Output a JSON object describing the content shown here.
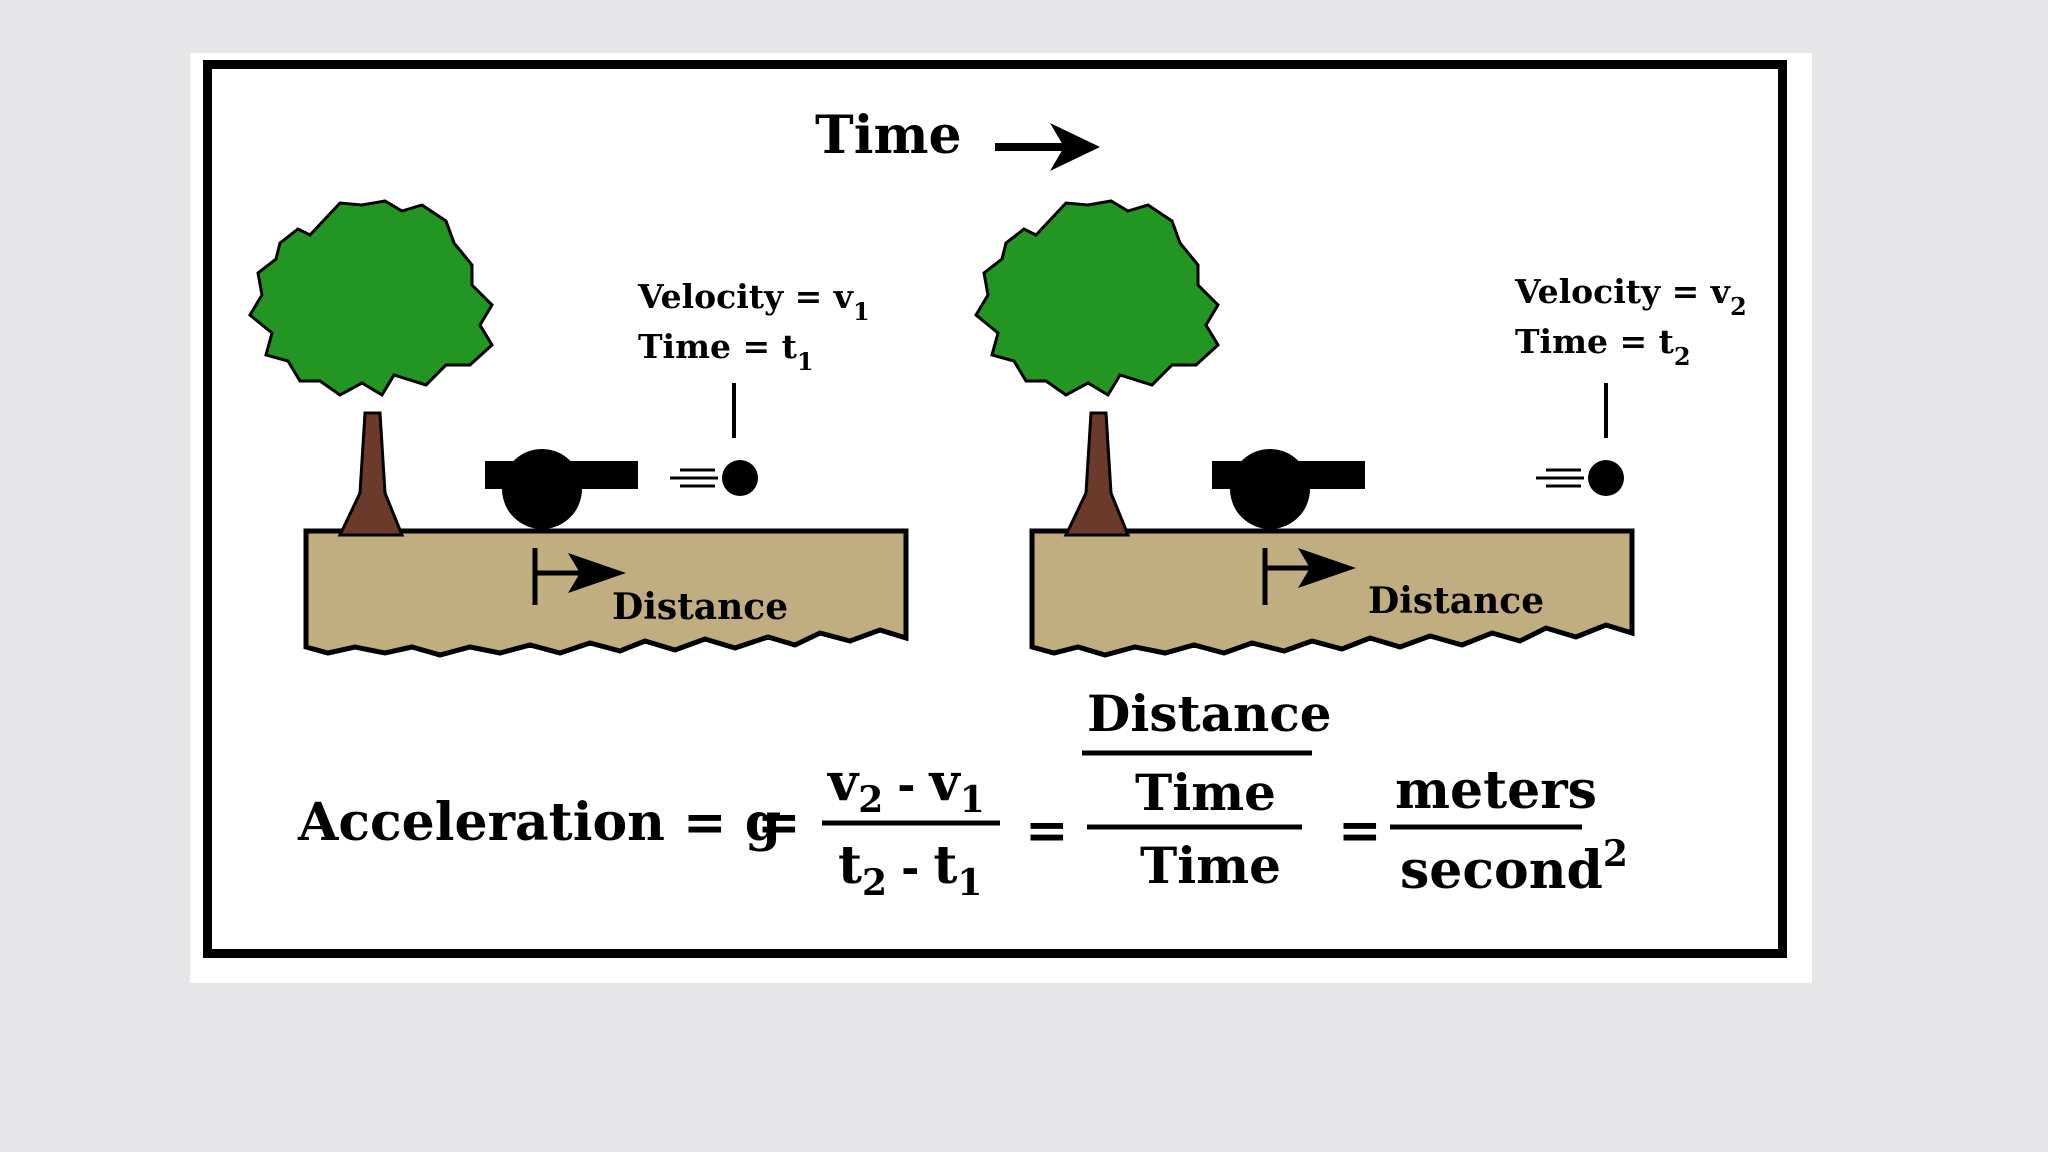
{
  "header": {
    "time_label": "Time"
  },
  "panels": [
    {
      "velocity_prefix": "Velocity = v",
      "velocity_sub": "1",
      "time_prefix": "Time = t",
      "time_sub": "1",
      "distance_label": "Distance"
    },
    {
      "velocity_prefix": "Velocity = v",
      "velocity_sub": "2",
      "time_prefix": "Time = t",
      "time_sub": "2",
      "distance_label": "Distance"
    }
  ],
  "formula": {
    "lhs": "Acceleration = g",
    "eq1": "=",
    "eq2": "=",
    "eq3": "=",
    "num_v2": "v",
    "num_v2_sub": "2",
    "num_minus": "-",
    "num_v1": "v",
    "num_v1_sub": "1",
    "den_t2": "t",
    "den_t2_sub": "2",
    "den_minus": "-",
    "den_t1": "t",
    "den_t1_sub": "1",
    "dist_over_time_num": "Distance",
    "dist_over_time_den": "Time",
    "outer_den": "Time",
    "units_num": "meters",
    "units_den": "second",
    "units_den_sup": "2"
  },
  "colors": {
    "tree_foliage": "#229522",
    "tree_trunk": "#6b3a2a",
    "ground": "#c0ad80",
    "ink": "#000000"
  }
}
